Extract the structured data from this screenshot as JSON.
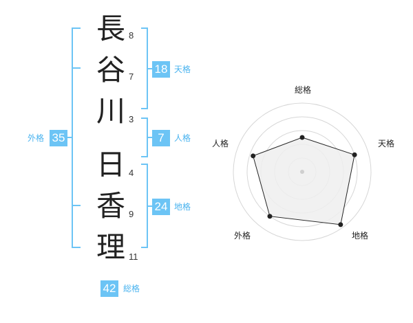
{
  "name": {
    "characters": [
      {
        "char": "長",
        "strokes": "8"
      },
      {
        "char": "谷",
        "strokes": "7"
      },
      {
        "char": "川",
        "strokes": "3"
      },
      {
        "char": "日",
        "strokes": "4"
      },
      {
        "char": "香",
        "strokes": "9"
      },
      {
        "char": "理",
        "strokes": "11"
      }
    ]
  },
  "kaku": {
    "tenkaku": {
      "value": "18",
      "label": "天格"
    },
    "jinkaku": {
      "value": "7",
      "label": "人格"
    },
    "chikaku": {
      "value": "24",
      "label": "地格"
    },
    "gaikaku": {
      "value": "35",
      "label": "外格"
    },
    "soukaku": {
      "value": "42",
      "label": "総格"
    }
  },
  "radar": {
    "labels": {
      "top": "総格",
      "right": "天格",
      "bottom_right": "地格",
      "bottom_left": "外格",
      "left": "人格"
    },
    "levels": {
      "soukaku": 0.5,
      "tenkaku": 0.8,
      "chikaku": 0.95,
      "gaikaku": 0.8,
      "jinkaku": 0.75
    },
    "colors": {
      "ring": "#d6d6d6",
      "fill": "#efefef",
      "line": "#222222",
      "center": "#cfcfcf",
      "bracket": "#6cc4f5"
    }
  }
}
